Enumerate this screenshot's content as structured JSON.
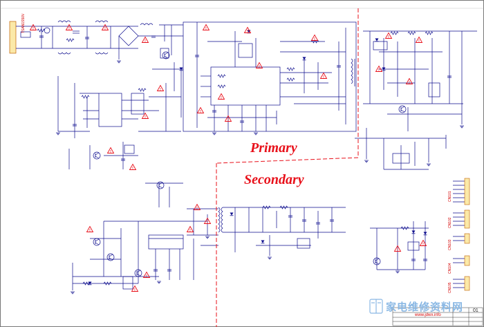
{
  "regions": {
    "primary": "Primary",
    "secondary": "Secondary"
  },
  "input_connector": "TSAN1S50V",
  "connectors": [
    {
      "label": "CN101"
    },
    {
      "label": "CN102"
    },
    {
      "label": "CN103"
    },
    {
      "label": "CN104"
    },
    {
      "label": "CN105"
    }
  ],
  "watermark": {
    "text": "家电维修资料网",
    "url_text": "www.jdwx.info"
  },
  "title_block": {
    "sheet": "01"
  },
  "colors": {
    "wire": "#0a0a8c",
    "warning": "#e8101a",
    "divider": "#e8101a"
  }
}
